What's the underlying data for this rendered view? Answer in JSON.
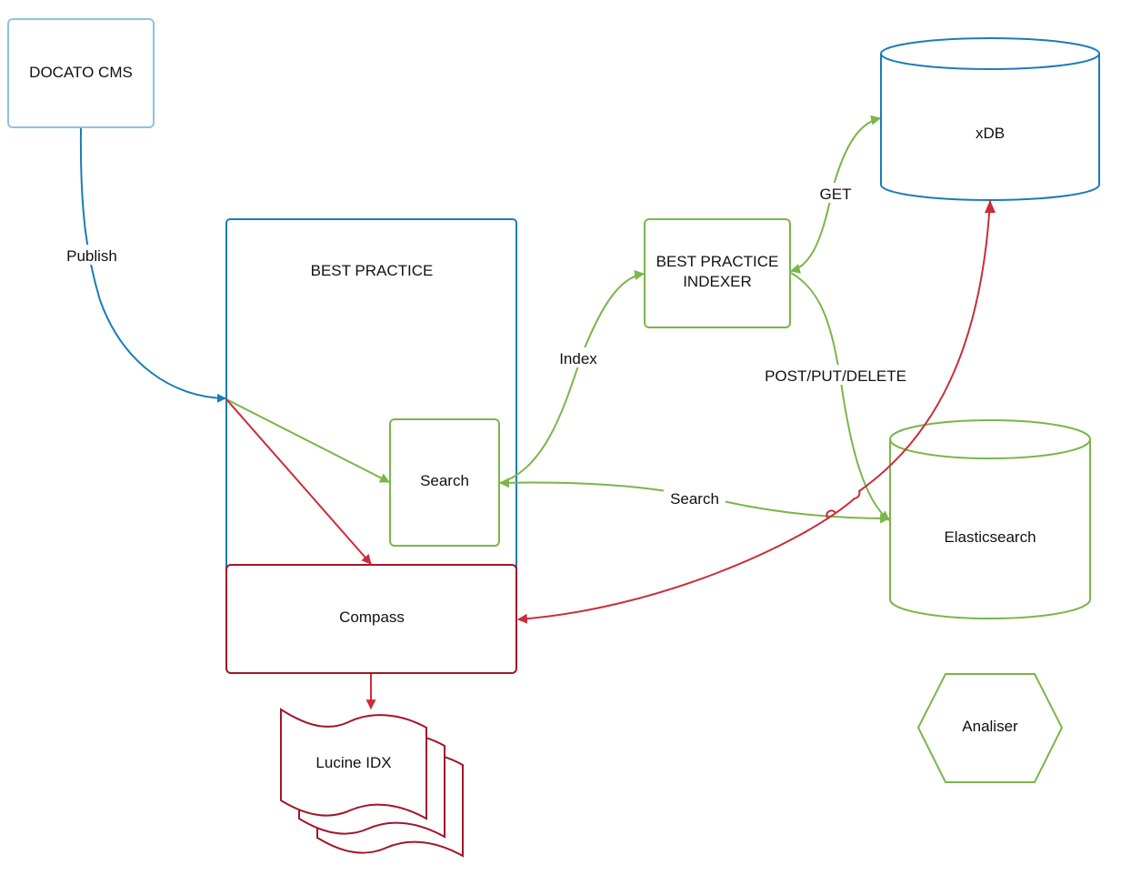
{
  "nodes": {
    "docato_cms": "DOCATO CMS",
    "best_practice": "BEST PRACTICE",
    "search": "Search",
    "compass": "Compass",
    "lucine_idx": "Lucine IDX",
    "indexer_line1": "BEST PRACTICE",
    "indexer_line2": "INDEXER",
    "xdb": "xDB",
    "elasticsearch": "Elasticsearch",
    "analiser": "Analiser"
  },
  "edges": {
    "publish": "Publish",
    "index": "Index",
    "get": "GET",
    "post_put_delete": "POST/PUT/DELETE",
    "search": "Search"
  },
  "colors": {
    "blue": "#1a7cb8",
    "light_blue": "#8ec3e3",
    "green": "#7ab648",
    "red": "#c92d39",
    "dark_red": "#a1162a",
    "text": "#111111"
  }
}
